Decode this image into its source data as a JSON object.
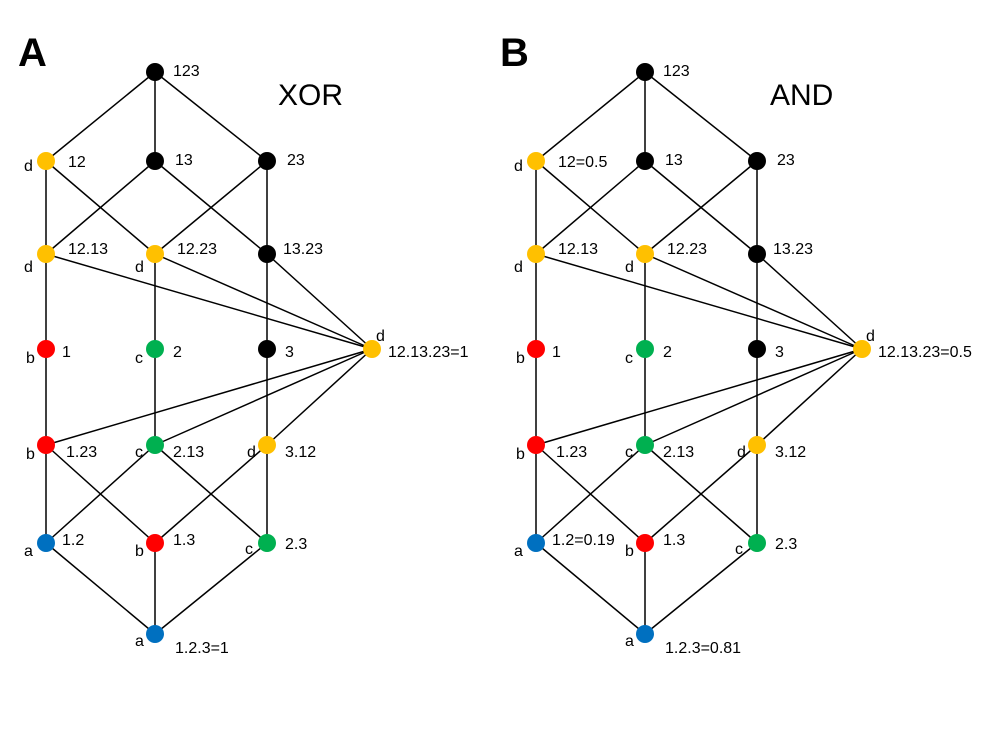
{
  "colors": {
    "black": "#000000",
    "yellow": "#FFC000",
    "red": "#FF0000",
    "green": "#00B050",
    "blue": "#0070C0"
  },
  "panels": [
    {
      "letter": "A",
      "gate": "XOR",
      "nodes": [
        {
          "id": "123",
          "label": "123",
          "color": "black",
          "cls": ""
        },
        {
          "id": "12",
          "label": "12",
          "color": "yellow",
          "cls": "d"
        },
        {
          "id": "13",
          "label": "13",
          "color": "black",
          "cls": ""
        },
        {
          "id": "23",
          "label": "23",
          "color": "black",
          "cls": ""
        },
        {
          "id": "12.13",
          "label": "12.13",
          "color": "yellow",
          "cls": "d"
        },
        {
          "id": "12.23",
          "label": "12.23",
          "color": "yellow",
          "cls": "d"
        },
        {
          "id": "13.23",
          "label": "13.23",
          "color": "black",
          "cls": ""
        },
        {
          "id": "1",
          "label": "1",
          "color": "red",
          "cls": "b"
        },
        {
          "id": "2",
          "label": "2",
          "color": "green",
          "cls": "c"
        },
        {
          "id": "3",
          "label": "3",
          "color": "black",
          "cls": ""
        },
        {
          "id": "12.13.23",
          "label": "12.13.23=1",
          "color": "yellow",
          "cls": "d"
        },
        {
          "id": "1.23",
          "label": "1.23",
          "color": "red",
          "cls": "b"
        },
        {
          "id": "2.13",
          "label": "2.13",
          "color": "green",
          "cls": "c"
        },
        {
          "id": "3.12",
          "label": "3.12",
          "color": "yellow",
          "cls": "d"
        },
        {
          "id": "1.2",
          "label": "1.2",
          "color": "blue",
          "cls": "a"
        },
        {
          "id": "1.3",
          "label": "1.3",
          "color": "red",
          "cls": "b"
        },
        {
          "id": "2.3",
          "label": "2.3",
          "color": "green",
          "cls": "c"
        },
        {
          "id": "1.2.3",
          "label": "1.2.3=1",
          "color": "blue",
          "cls": "a"
        }
      ]
    },
    {
      "letter": "B",
      "gate": "AND",
      "nodes": [
        {
          "id": "123",
          "label": "123",
          "color": "black",
          "cls": ""
        },
        {
          "id": "12",
          "label": "12=0.5",
          "color": "yellow",
          "cls": "d"
        },
        {
          "id": "13",
          "label": "13",
          "color": "black",
          "cls": ""
        },
        {
          "id": "23",
          "label": "23",
          "color": "black",
          "cls": ""
        },
        {
          "id": "12.13",
          "label": "12.13",
          "color": "yellow",
          "cls": "d"
        },
        {
          "id": "12.23",
          "label": "12.23",
          "color": "yellow",
          "cls": "d"
        },
        {
          "id": "13.23",
          "label": "13.23",
          "color": "black",
          "cls": ""
        },
        {
          "id": "1",
          "label": "1",
          "color": "red",
          "cls": "b"
        },
        {
          "id": "2",
          "label": "2",
          "color": "green",
          "cls": "c"
        },
        {
          "id": "3",
          "label": "3",
          "color": "black",
          "cls": ""
        },
        {
          "id": "12.13.23",
          "label": "12.13.23=0.5",
          "color": "yellow",
          "cls": "d"
        },
        {
          "id": "1.23",
          "label": "1.23",
          "color": "red",
          "cls": "b"
        },
        {
          "id": "2.13",
          "label": "2.13",
          "color": "green",
          "cls": "c"
        },
        {
          "id": "3.12",
          "label": "3.12",
          "color": "yellow",
          "cls": "d"
        },
        {
          "id": "1.2",
          "label": "1.2=0.19",
          "color": "blue",
          "cls": "a"
        },
        {
          "id": "1.3",
          "label": "1.3",
          "color": "red",
          "cls": "b"
        },
        {
          "id": "2.3",
          "label": "2.3",
          "color": "green",
          "cls": "c"
        },
        {
          "id": "1.2.3",
          "label": "1.2.3=0.81",
          "color": "blue",
          "cls": "a"
        }
      ]
    }
  ],
  "edges": [
    [
      "123",
      "12"
    ],
    [
      "123",
      "13"
    ],
    [
      "123",
      "23"
    ],
    [
      "12",
      "12.13"
    ],
    [
      "12",
      "12.23"
    ],
    [
      "13",
      "12.13"
    ],
    [
      "13",
      "13.23"
    ],
    [
      "23",
      "12.23"
    ],
    [
      "23",
      "13.23"
    ],
    [
      "12.13",
      "1"
    ],
    [
      "12.23",
      "2"
    ],
    [
      "13.23",
      "3"
    ],
    [
      "12.13",
      "12.13.23"
    ],
    [
      "12.23",
      "12.13.23"
    ],
    [
      "13.23",
      "12.13.23"
    ],
    [
      "1",
      "1.23"
    ],
    [
      "2",
      "2.13"
    ],
    [
      "3",
      "3.12"
    ],
    [
      "1.23",
      "12.13.23"
    ],
    [
      "2.13",
      "12.13.23"
    ],
    [
      "3.12",
      "12.13.23"
    ],
    [
      "1.23",
      "1.2"
    ],
    [
      "1.23",
      "1.3"
    ],
    [
      "2.13",
      "1.2"
    ],
    [
      "2.13",
      "2.3"
    ],
    [
      "3.12",
      "1.3"
    ],
    [
      "3.12",
      "2.3"
    ],
    [
      "1.2",
      "1.2.3"
    ],
    [
      "1.3",
      "1.2.3"
    ],
    [
      "2.3",
      "1.2.3"
    ]
  ]
}
